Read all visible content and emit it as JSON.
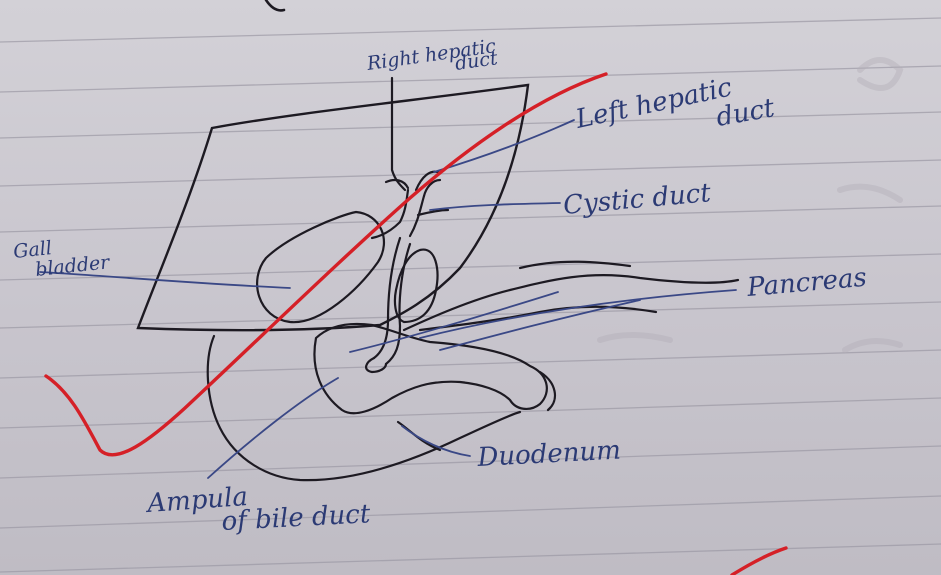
{
  "labels": {
    "right_hepatic_line1": "Right hepatic",
    "right_hepatic_line2": "duct",
    "left_hepatic_line1": "Left hepatic",
    "left_hepatic_line2": "duct",
    "cystic_duct": "Cystic duct",
    "gall_bladder_line1": "Gall",
    "gall_bladder_line2": "bladder",
    "pancreas": "Pancreas",
    "duodenum": "Duodenum",
    "ampulla_line1": "Ampula",
    "ampulla_line2": "of bile duct"
  },
  "colors": {
    "paper": "#cfccd3",
    "ruled_line": "#9a97a3",
    "ink_black": "#1d1a22",
    "ink_blue": "#33427e",
    "red_ink": "#d52027"
  }
}
